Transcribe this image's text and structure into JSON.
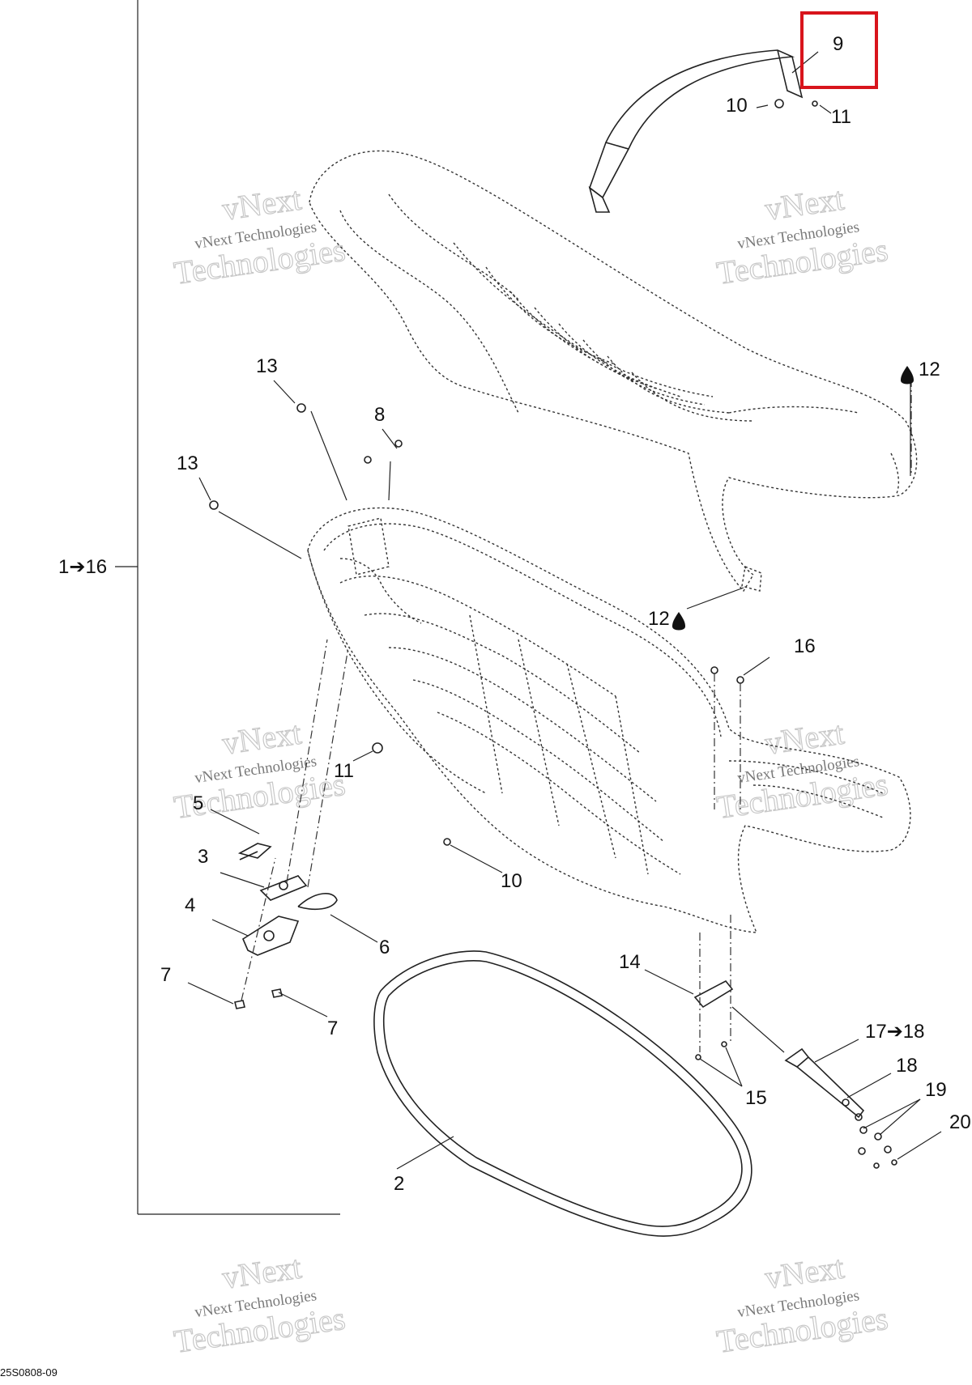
{
  "diagram": {
    "document_code": "25S0808-09",
    "watermark": {
      "line1": "vNext",
      "line2": "vNext Technologies",
      "line3": "Technologies"
    },
    "range_label": "1➔16",
    "highlighted_callout": "9",
    "callouts": {
      "c1": "9",
      "c2": "10",
      "c3": "11",
      "c4": "13",
      "c5": "8",
      "c6": "13",
      "c7": "12",
      "c8": "12",
      "c9": "16",
      "c10": "11",
      "c11": "5",
      "c12": "3",
      "c13": "10",
      "c14": "4",
      "c15": "6",
      "c16": "7",
      "c17": "7",
      "c18": "14",
      "c19": "17➔18",
      "c20": "18",
      "c21": "19",
      "c22": "20",
      "c23": "15",
      "c24": "2"
    }
  }
}
